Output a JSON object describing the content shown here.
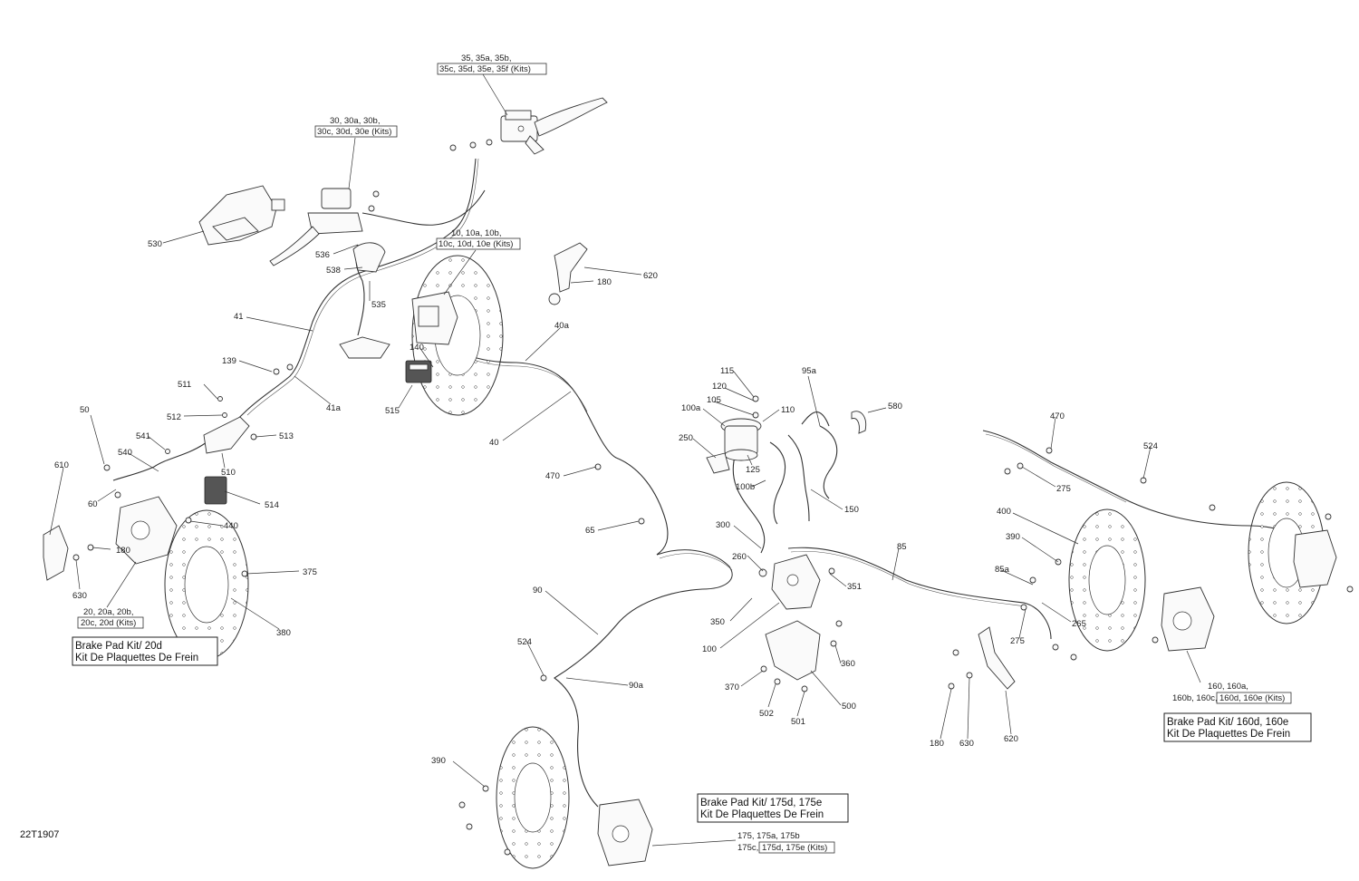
{
  "diagram_id": "22T1907",
  "labels": {
    "l35": "35, 35a, 35b,",
    "l35b": "35c, 35d, 35e, 35f (Kits)",
    "l30": "30, 30a, 30b,",
    "l30b": "30c, 30d, 30e (Kits)",
    "l10": "10, 10a, 10b,",
    "l10b": "10c, 10d, 10e (Kits)",
    "l20": "20, 20a, 20b,",
    "l20b": "20c, 20d (Kits)",
    "l160": "160, 160a,",
    "l160b": "160b, 160c,",
    "l160c": "160d, 160e (Kits)",
    "l175": "175, 175a, 175b",
    "l175b": "175c,",
    "l175c": "175d, 175e (Kits)",
    "n530": "530",
    "n536": "536",
    "n538": "538",
    "n535": "535",
    "n620a": "620",
    "n180a": "180",
    "n41": "41",
    "n139": "139",
    "n41a": "41a",
    "n140": "140",
    "n40a": "40a",
    "n511": "511",
    "n512": "512",
    "n513": "513",
    "n515": "515",
    "n40": "40",
    "n50": "50",
    "n541": "541",
    "n540": "540",
    "n510": "510",
    "n610": "610",
    "n60": "60",
    "n514": "514",
    "n440": "440",
    "n180b": "180",
    "n630a": "630",
    "n375": "375",
    "n380": "380",
    "n115": "115",
    "n120": "120",
    "n105": "105",
    "n100a": "100a",
    "n110": "110",
    "n95a": "95a",
    "n580": "580",
    "n250": "250",
    "n125": "125",
    "n100b": "100b",
    "n150": "150",
    "n470a": "470",
    "n65": "65",
    "n300": "300",
    "n260": "260",
    "n350": "350",
    "n100": "100",
    "n351": "351",
    "n85": "85",
    "n90": "90",
    "n524a": "524",
    "n90a": "90a",
    "n370": "370",
    "n502": "502",
    "n501": "501",
    "n500": "500",
    "n360": "360",
    "n470b": "470",
    "n524b": "524",
    "n275a": "275",
    "n400": "400",
    "n390a": "390",
    "n85a": "85a",
    "n265": "265",
    "n275b": "275",
    "n180c": "180",
    "n630b": "630",
    "n620b": "620",
    "n390b": "390"
  },
  "kits": {
    "k20_line1": "Brake Pad Kit/ 20d",
    "k20_line2": "Kit De Plaquettes De Frein",
    "k175_line1": "Brake Pad Kit/ 175d, 175e",
    "k175_line2": "Kit De Plaquettes De Frein",
    "k160_line1": "Brake Pad Kit/ 160d, 160e",
    "k160_line2": "Kit De Plaquettes De Frein"
  }
}
